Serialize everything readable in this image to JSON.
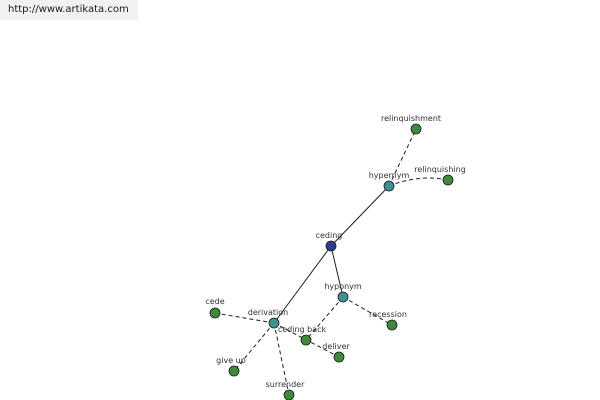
{
  "header": {
    "url": "http://www.artikata.com"
  },
  "colors": {
    "root": "#2f3d8f",
    "relation": "#3f8f93",
    "leaf": "#3f8a3a",
    "stroke": "#1e1e1e"
  },
  "graph": {
    "nodes": [
      {
        "id": "ceding",
        "label": "ceding",
        "kind": "root"
      },
      {
        "id": "hypernym",
        "label": "hypernym",
        "kind": "relation"
      },
      {
        "id": "hyponym",
        "label": "hyponym",
        "kind": "relation"
      },
      {
        "id": "derivation",
        "label": "derivation",
        "kind": "relation"
      },
      {
        "id": "relinquishment",
        "label": "relinquishment",
        "kind": "leaf"
      },
      {
        "id": "relinquishing",
        "label": "relinquishing",
        "kind": "leaf"
      },
      {
        "id": "recession",
        "label": "recession",
        "kind": "leaf"
      },
      {
        "id": "ceding-back",
        "label": "ceding back",
        "kind": "leaf"
      },
      {
        "id": "deliver",
        "label": "deliver",
        "kind": "leaf"
      },
      {
        "id": "cede",
        "label": "cede",
        "kind": "leaf"
      },
      {
        "id": "give-up",
        "label": "give up",
        "kind": "leaf"
      },
      {
        "id": "surrender",
        "label": "surrender",
        "kind": "leaf"
      }
    ],
    "edges": [
      {
        "from": "ceding",
        "to": "hypernym",
        "style": "solid"
      },
      {
        "from": "ceding",
        "to": "hyponym",
        "style": "solid"
      },
      {
        "from": "ceding",
        "to": "derivation",
        "style": "solid"
      },
      {
        "from": "hypernym",
        "to": "relinquishment",
        "style": "dashed"
      },
      {
        "from": "hypernym",
        "to": "relinquishing",
        "style": "dashed"
      },
      {
        "from": "hyponym",
        "to": "recession",
        "style": "dashed"
      },
      {
        "from": "hyponym",
        "to": "ceding-back",
        "style": "dashed"
      },
      {
        "from": "derivation",
        "to": "deliver",
        "style": "dashed"
      },
      {
        "from": "derivation",
        "to": "cede",
        "style": "dashed"
      },
      {
        "from": "derivation",
        "to": "give-up",
        "style": "dashed"
      },
      {
        "from": "derivation",
        "to": "surrender",
        "style": "dashed"
      }
    ]
  }
}
